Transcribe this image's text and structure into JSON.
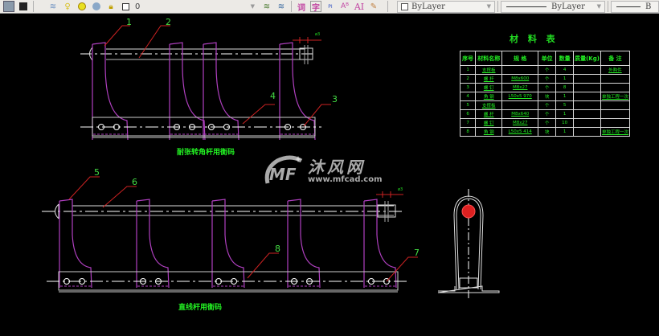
{
  "toolbar": {
    "layer_value": "0",
    "color_dropdown": "ByLayer",
    "linetype_dropdown": "ByLayer",
    "lineweight_dropdown": "B",
    "icons": [
      "gear-icon",
      "block-icon",
      "layers-icon",
      "lightbulb-icon",
      "sun-icon",
      "freeze-icon",
      "lock-icon",
      "color-swatch-icon",
      "layer-state-icon",
      "layer-prev-icon",
      "text-style-icon",
      "text-icon",
      "mtext-icon",
      "attribute-icon",
      "ai-text-icon",
      "text-edit-icon"
    ]
  },
  "material_table": {
    "title": "材 料 表",
    "headers": [
      "序号",
      "材料名称",
      "规  格",
      "单位",
      "数量",
      "质量(Kg)",
      "备 注"
    ],
    "rows": [
      [
        "1",
        "支撑板",
        "",
        "个",
        "4",
        "",
        "外购件"
      ],
      [
        "2",
        "螺 杆",
        "M8x600",
        "个",
        "1",
        "",
        ""
      ],
      [
        "3",
        "螺 钉",
        "M8x27",
        "个",
        "8",
        "",
        ""
      ],
      [
        "4",
        "角 钢",
        "L50x5 970",
        "块",
        "1",
        "",
        "单独工程一次"
      ],
      [
        "5",
        "支撑板",
        "",
        "个",
        "5",
        "",
        ""
      ],
      [
        "6",
        "螺 杆",
        "M8x640",
        "个",
        "1",
        "",
        ""
      ],
      [
        "7",
        "螺 钉",
        "M8x27",
        "个",
        "10",
        "",
        ""
      ],
      [
        "8",
        "角 钢",
        "L50x5 414",
        "块",
        "1",
        "",
        "单独工程一次"
      ]
    ]
  },
  "drawing": {
    "caption_top": "耐张转角杆用衡码",
    "caption_bottom": "直线杆用衡码",
    "dimension_label": "ø3",
    "balloons_top": [
      "1",
      "2",
      "3",
      "4"
    ],
    "balloons_bottom": [
      "5",
      "6",
      "7",
      "8"
    ]
  },
  "watermark": {
    "name": "沐风网",
    "url": "www.mfcad.com"
  },
  "colors": {
    "background": "#000000",
    "part_outline": "#b040c0",
    "leader": "#cc2222",
    "text": "#22ee22",
    "geometry": "#e0e0e0"
  }
}
